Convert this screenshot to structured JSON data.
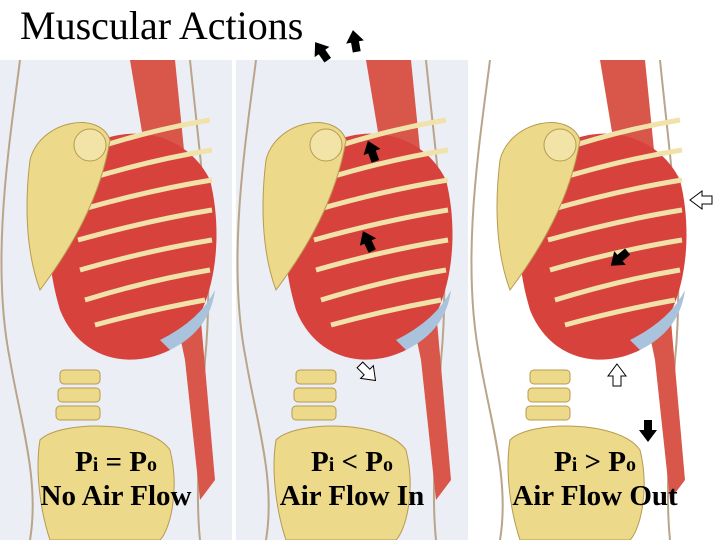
{
  "title": "Muscular Actions",
  "panels": [
    {
      "eq_left": "P",
      "eq_left_sub": "i",
      "operator": "=",
      "eq_right": "P",
      "eq_right_sub": "o",
      "flow": "No Air Flow"
    },
    {
      "eq_left": "P",
      "eq_left_sub": "i",
      "operator": "<",
      "eq_right": "P",
      "eq_right_sub": "o",
      "flow": "Air Flow In"
    },
    {
      "eq_left": "P",
      "eq_left_sub": "i",
      "operator": ">",
      "eq_right": "P",
      "eq_right_sub": "o",
      "flow": "Air Flow Out"
    }
  ],
  "colors": {
    "muscle": "#d8423c",
    "bone": "#ecd98a",
    "cartilage": "#a9c3dc",
    "panel_bg": "#eceef5"
  }
}
